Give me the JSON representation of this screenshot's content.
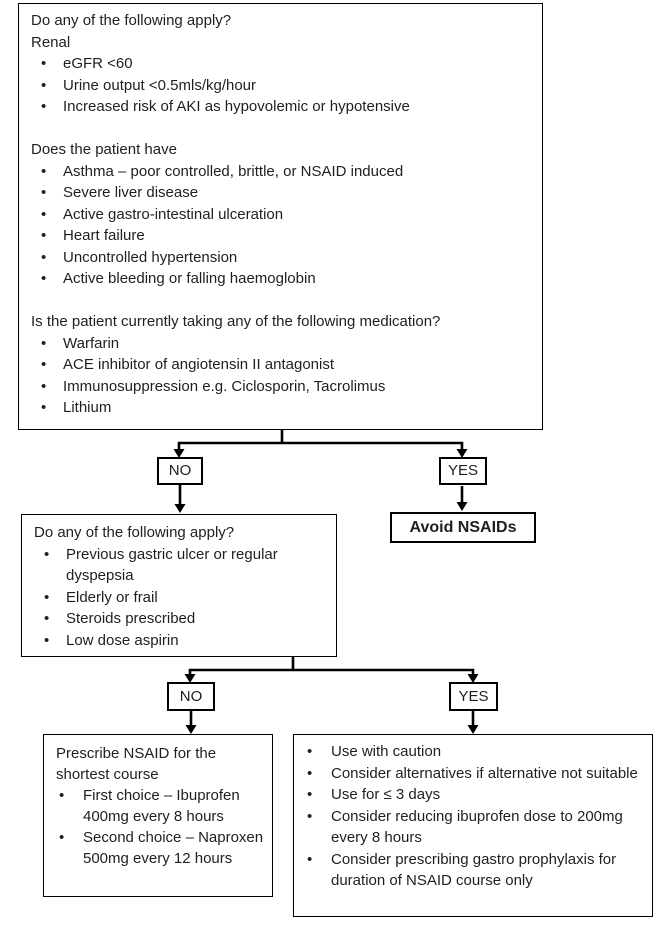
{
  "flowchart": {
    "screening_box": {
      "question": "Do any of the following apply?",
      "renal_heading": "Renal",
      "renal_items": [
        "eGFR <60",
        "Urine output <0.5mls/kg/hour",
        "Increased risk of AKI as hypovolemic or hypotensive"
      ],
      "patient_heading": "Does the patient have",
      "patient_items": [
        "Asthma – poor controlled, brittle, or NSAID induced",
        "Severe liver disease",
        "Active gastro-intestinal ulceration",
        "Heart failure",
        "Uncontrolled hypertension",
        "Active bleeding or falling haemoglobin"
      ],
      "medication_heading": "Is the patient currently taking any of the following medication?",
      "medication_items": [
        "Warfarin",
        "ACE inhibitor of angiotensin II antagonist",
        "Immunosuppression e.g. Ciclosporin, Tacrolimus",
        "Lithium"
      ]
    },
    "branch1": {
      "no_label": "NO",
      "yes_label": "YES"
    },
    "avoid_box": {
      "label": "Avoid NSAIDs"
    },
    "risk_box": {
      "question": "Do any of the following apply?",
      "items": [
        "Previous gastric ulcer or regular dyspepsia",
        "Elderly or frail",
        "Steroids prescribed",
        "Low dose aspirin"
      ]
    },
    "branch2": {
      "no_label": "NO",
      "yes_label": "YES"
    },
    "prescribe_box": {
      "heading": "Prescribe NSAID for the shortest course",
      "items": [
        "First choice – Ibuprofen 400mg every 8 hours",
        "Second choice – Naproxen 500mg every 12 hours"
      ]
    },
    "caution_box": {
      "items": [
        "Use with caution",
        "Consider alternatives if alternative not suitable",
        "Use for ≤ 3 days",
        "Consider reducing ibuprofen dose to 200mg every 8 hours",
        "Consider prescribing gastro prophylaxis for duration of NSAID course only"
      ]
    },
    "colors": {
      "text": "#1f1f1f",
      "border": "#000000",
      "connector": "#000000",
      "background": "#ffffff"
    }
  }
}
